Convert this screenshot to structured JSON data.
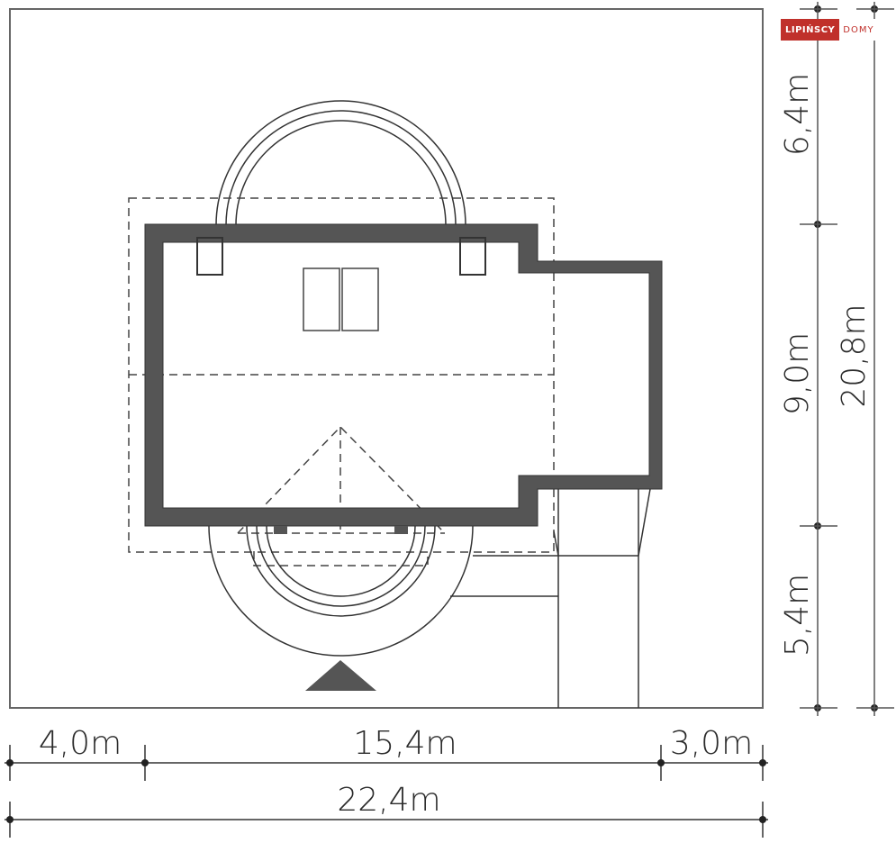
{
  "logo": {
    "part1": "LIPIŃSCY",
    "part2": "DOMY",
    "brand_color": "#c0302b"
  },
  "colors": {
    "wall": "#555555",
    "line": "#333333",
    "dashed": "#444444"
  },
  "dimensions": {
    "horizontal_top": [
      {
        "label": "4,0m"
      },
      {
        "label": "15,4m"
      },
      {
        "label": "3,0m"
      }
    ],
    "horizontal_total": {
      "label": "22,4m"
    },
    "vertical_segments": [
      {
        "label": "6,4m"
      },
      {
        "label": "9,0m"
      },
      {
        "label": "5,4m"
      }
    ],
    "vertical_total": {
      "label": "20,8m"
    }
  },
  "entrance_marker": "triangle-entrance-icon"
}
